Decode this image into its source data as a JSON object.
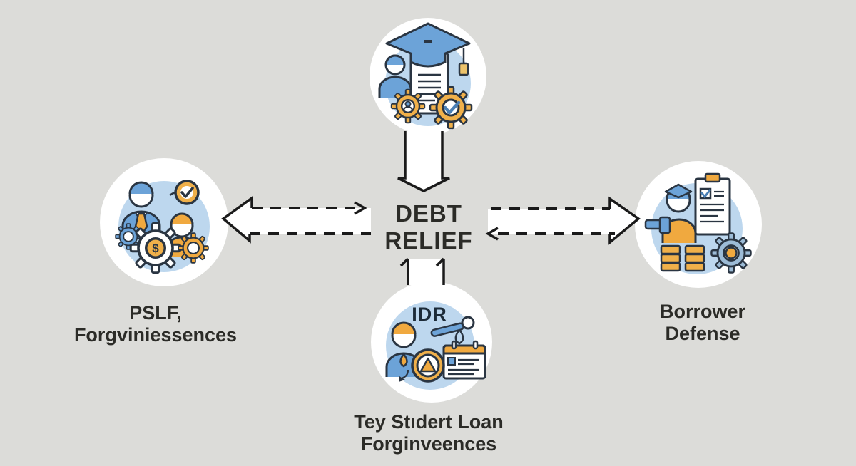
{
  "colors": {
    "bg": "#dcdcd9",
    "node_fill": "#ffffff",
    "blob_blue": "#bdd7ee",
    "icon_blue": "#6ca3d8",
    "icon_orange": "#f0a93f",
    "icon_yellow": "#f0b04a",
    "icon_outline": "#2a3542",
    "arrow_stroke": "#1a1a1a",
    "text": "#2b2b27"
  },
  "center": {
    "title": [
      "DEBT",
      "RELIEF"
    ]
  },
  "nodes": {
    "top": {
      "icon": "graduation-cap-diploma-approval-icon"
    },
    "left": {
      "icon": "employment-certification-gears-icon",
      "dollar_glyph": "$",
      "label": [
        "PSLF,",
        "Forgviniessences"
      ]
    },
    "right": {
      "icon": "borrower-document-review-icon",
      "label": [
        "Borrower",
        "Defense"
      ]
    },
    "bottom": {
      "icon": "idr-payment-calendar-icon",
      "icon_text": "IDR",
      "label": [
        "Tey Stıdert Loan",
        "Forginveences"
      ]
    }
  }
}
